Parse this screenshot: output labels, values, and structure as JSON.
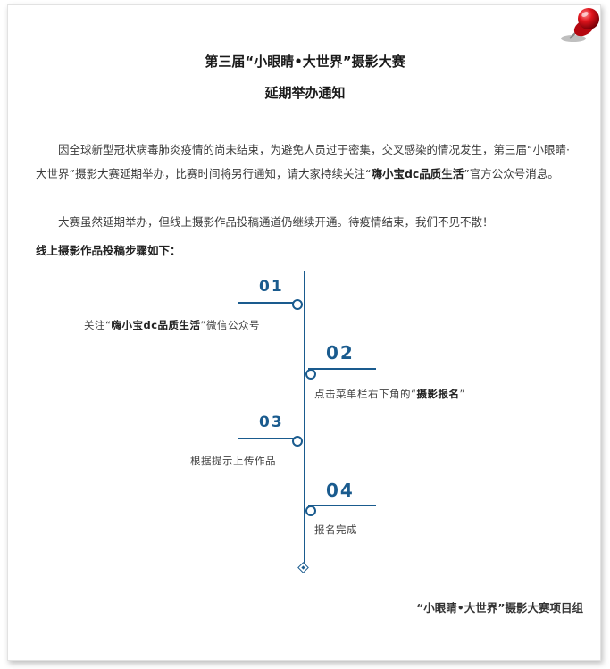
{
  "title_line1": "第三届“小眼睛•大世界”摄影大赛",
  "title_line2": "延期举办通知",
  "para1": {
    "before": "因全球新型冠状病毒肺炎疫情的尚未结束，为避免人员过于密集，交叉感染的情况发生，第三届“小眼睛·大世界”摄影大赛延期举办，比赛时间将另行通知，请大家持续关注“",
    "bold": "嗨小宝dc品质生活",
    "after": "”官方公众号消息。"
  },
  "para2": "大赛虽然延期举办，但线上摄影作品投稿通道仍继续开通。待疫情结束，我们不见不散！",
  "steps_title": "线上摄影作品投稿步骤如下：",
  "steps": [
    {
      "num": "01",
      "before": "关注“",
      "bold": "嗨小宝dc品质生活",
      "after": "”微信公众号"
    },
    {
      "num": "02",
      "before": "点击菜单栏右下角的“",
      "bold": "摄影报名",
      "after": "”"
    },
    {
      "num": "03",
      "text": "根据提示上传作品"
    },
    {
      "num": "04",
      "text": "报名完成"
    }
  ],
  "footer": "“小眼睛•大世界”摄影大赛项目组",
  "colors": {
    "accent": "#1a5b8e",
    "pin": "#d0101a"
  }
}
